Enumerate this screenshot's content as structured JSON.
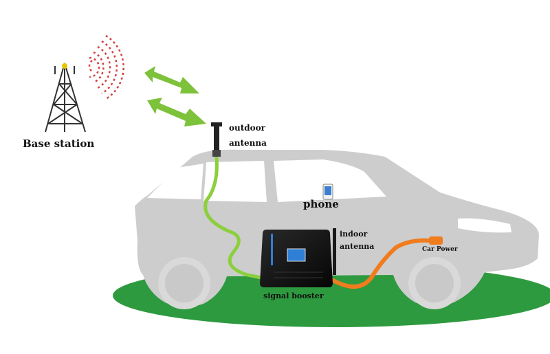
{
  "labels": {
    "base_station": "Base station",
    "outdoor_line1": "outdoor",
    "outdoor_line2": "antenna",
    "phone": "phone",
    "indoor_line1": "indoor",
    "indoor_line2": "antenna",
    "car_power": "Car Power",
    "signal_booster": "signal booster"
  },
  "colors": {
    "ground": "#2e9a3f",
    "car_body": "#cdcdcd",
    "car_window": "#ffffff",
    "wave": "#d24040",
    "arrow": "#7dc23a",
    "green_cable": "#8ccf3e",
    "orange_cable": "#f07c1e",
    "booster": "#121212",
    "booster_screen": "#2f7fd6"
  }
}
